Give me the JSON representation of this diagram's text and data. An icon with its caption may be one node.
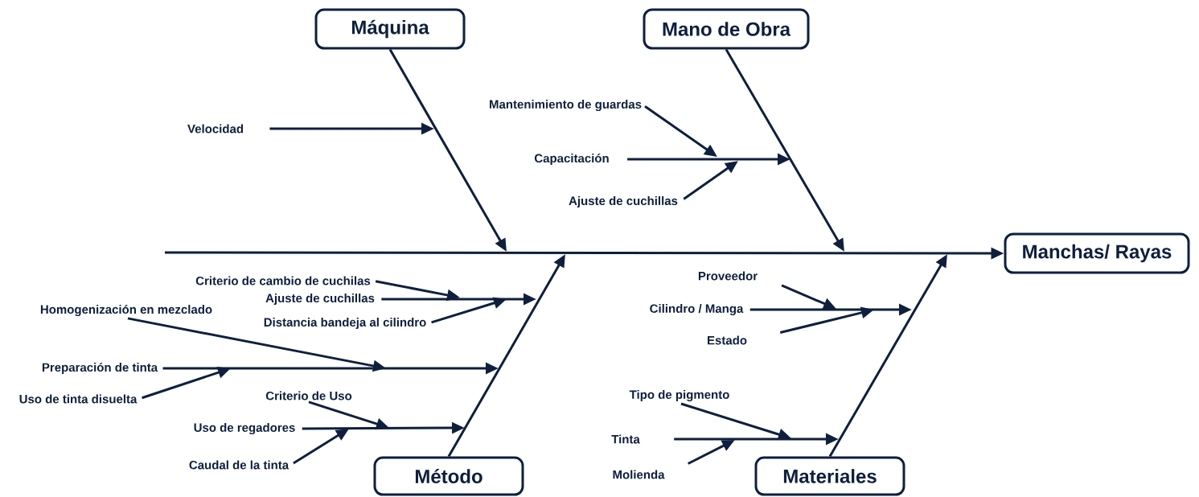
{
  "diagram": {
    "nodes": [
      {
        "text": [
          "Máquina"
        ]
      },
      {
        "text": [
          "Mano de Obra"
        ]
      },
      {
        "text": [
          "Mantenimiento de guardas"
        ]
      },
      {
        "text": [
          "Velocidad"
        ]
      },
      {
        "text": [
          "Capacitación"
        ]
      },
      {
        "text": [
          "Ajuste de cuchillas"
        ]
      },
      {
        "text": [
          "Manchas/ Rayas"
        ]
      },
      {
        "text": [
          "Criterio de cambio de cuchilas"
        ]
      },
      {
        "text": [
          "Proveedor"
        ]
      },
      {
        "text": [
          "Ajuste de cuchillas"
        ]
      },
      {
        "text": [
          "Cilindro / Manga"
        ]
      },
      {
        "text": [
          "Homogenización en mezclado"
        ]
      },
      {
        "text": [
          "Distancia bandeja al cilindro"
        ]
      },
      {
        "text": [
          "Estado"
        ]
      },
      {
        "text": [
          "Preparación de tinta"
        ]
      },
      {
        "text": [
          "Criterio de Uso"
        ]
      },
      {
        "text": [
          "Tipo de pigmento"
        ]
      },
      {
        "text": [
          "Uso de tinta disuelta"
        ]
      },
      {
        "text": [
          "Uso de regadores"
        ]
      },
      {
        "text": [
          "Tinta"
        ]
      },
      {
        "text": [
          "Caudal de la tinta"
        ]
      },
      {
        "text": [
          "Método"
        ]
      },
      {
        "text": [
          "Molienda"
        ]
      },
      {
        "text": [
          "Materiales"
        ]
      }
    ],
    "edges": [
      {
        "from": null,
        "to": 6,
        "arrow": "to"
      },
      {
        "from": 0,
        "to": null,
        "arrow": "to"
      },
      {
        "from": 1,
        "to": null,
        "arrow": "to"
      },
      {
        "from": 21,
        "to": null,
        "arrow": "to"
      },
      {
        "from": 23,
        "to": null,
        "arrow": "to"
      },
      {
        "from": 3,
        "to": null,
        "arrow": "to"
      },
      {
        "from": 2,
        "to": null,
        "arrow": "to"
      },
      {
        "from": 4,
        "to": null,
        "arrow": "to"
      },
      {
        "from": 5,
        "to": null,
        "arrow": "to"
      },
      {
        "from": 7,
        "to": null,
        "arrow": "to"
      },
      {
        "from": 9,
        "to": null,
        "arrow": "to"
      },
      {
        "from": 12,
        "to": null,
        "arrow": "to"
      },
      {
        "from": 11,
        "to": null,
        "arrow": "to"
      },
      {
        "from": 14,
        "to": null,
        "arrow": "to"
      },
      {
        "from": 17,
        "to": null,
        "arrow": "to"
      },
      {
        "from": 15,
        "to": null,
        "arrow": "to"
      },
      {
        "from": 18,
        "to": null,
        "arrow": "to"
      },
      {
        "from": 20,
        "to": null,
        "arrow": "to"
      },
      {
        "from": 8,
        "to": null,
        "arrow": "to"
      },
      {
        "from": 10,
        "to": null,
        "arrow": "to"
      },
      {
        "from": 13,
        "to": null,
        "arrow": "to"
      },
      {
        "from": 16,
        "to": null,
        "arrow": "to"
      },
      {
        "from": 19,
        "to": null,
        "arrow": "to"
      },
      {
        "from": 22,
        "to": null,
        "arrow": "to"
      }
    ]
  }
}
